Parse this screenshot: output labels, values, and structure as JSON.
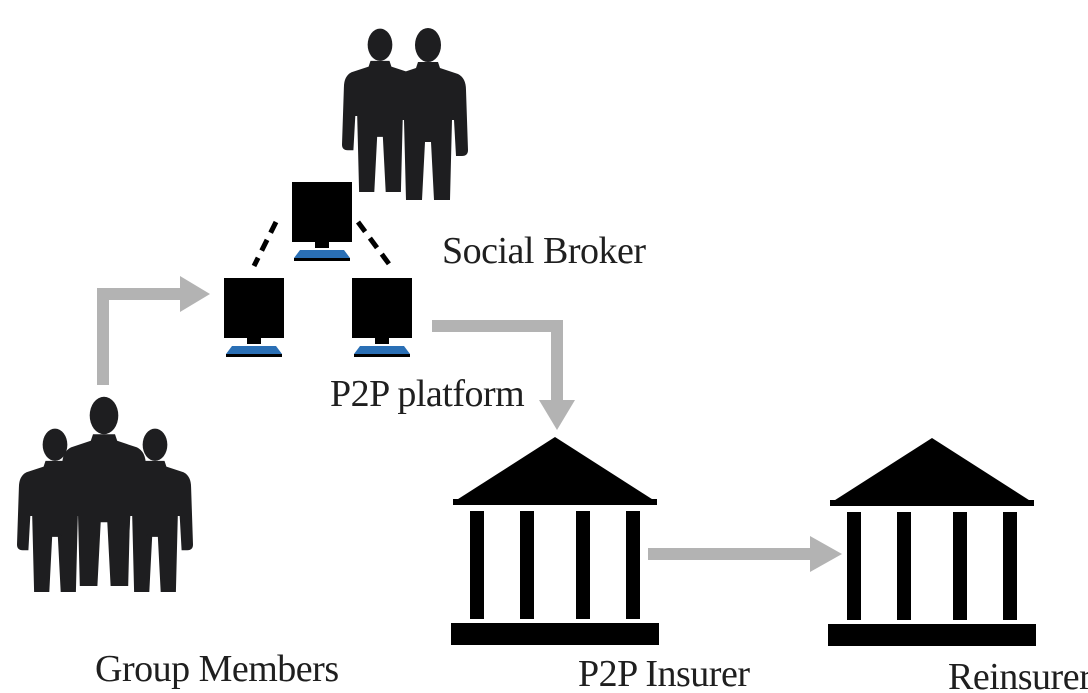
{
  "labels": {
    "social_broker": "Social Broker",
    "p2p_platform": "P2P platform",
    "group_members": "Group Members",
    "p2p_insurer": "P2P Insurer",
    "reinsurer": "Reinsurer"
  },
  "icons": {
    "social_broker": "businessmen-pair-icon",
    "p2p_platform": "computer-network-icon",
    "group_members": "businessmen-group-icon",
    "p2p_insurer": "bank-building-icon",
    "reinsurer": "bank-building-icon"
  },
  "colors": {
    "silhouette": "#1e1e20",
    "monitor": "#000000",
    "monitor_base": "#2a6fb5",
    "arrow": "#b3b3b3",
    "text": "#1f1f1f"
  }
}
